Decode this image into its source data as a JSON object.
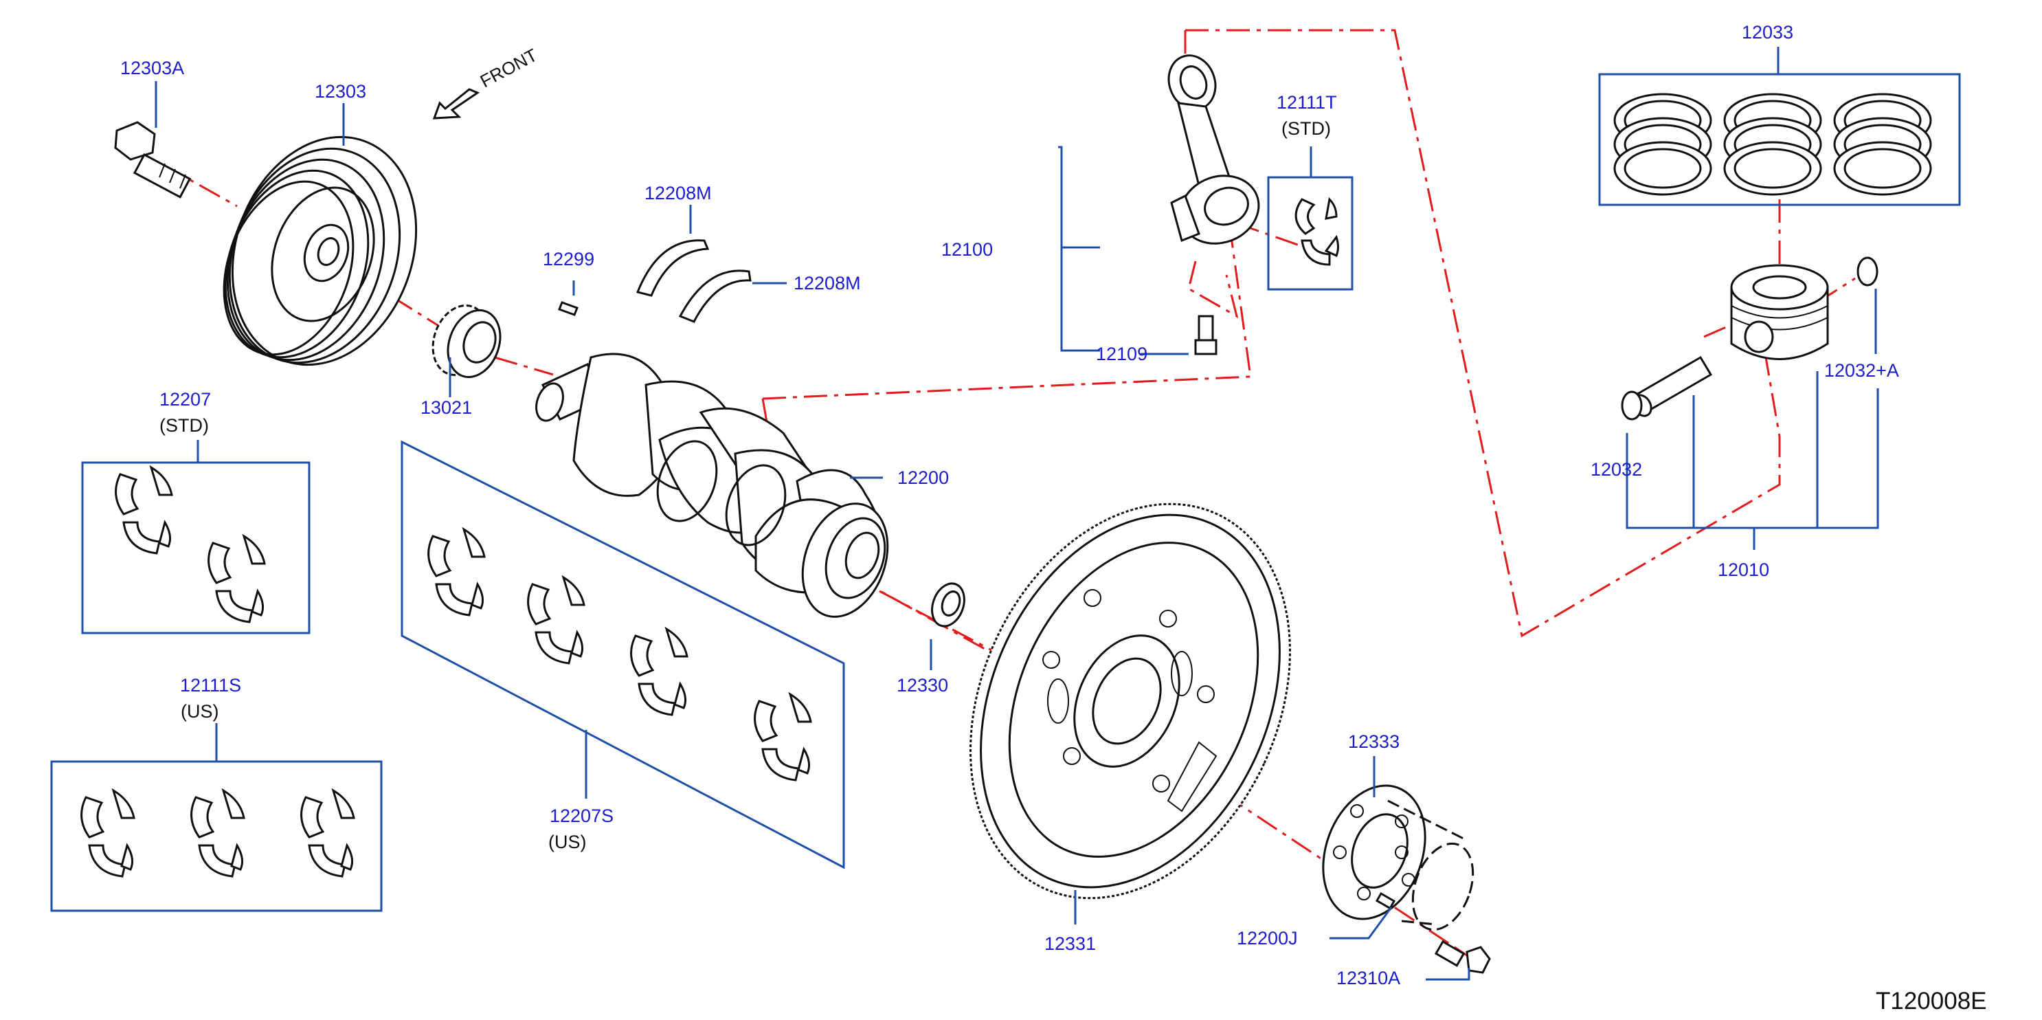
{
  "diagram": {
    "part_labels": {
      "p12303A": "12303A",
      "p12303": "12303",
      "p13021": "13021",
      "p12299": "12299",
      "p12208M_a": "12208M",
      "p12208M_b": "12208M",
      "p12207": "12207",
      "p12207S": "12207S",
      "p12111S": "12111S",
      "p12100": "12100",
      "p12109": "12109",
      "p12111T": "12111T",
      "p12200": "12200",
      "p12330": "12330",
      "p12331": "12331",
      "p12333": "12333",
      "p12200J": "12200J",
      "p12310A": "12310A",
      "p12033": "12033",
      "p12032A": "12032+A",
      "p12032": "12032",
      "p12010": "12010"
    },
    "qualifiers": {
      "std_12207": "(STD)",
      "us_12207S": "(US)",
      "us_12111S": "(US)",
      "std_12111T": "(STD)"
    },
    "front_label": "FRONT",
    "figure_code": "T120008E",
    "colors": {
      "label": "#1c1ccc",
      "leader": "#1f4fa8",
      "centerline": "#e21b1b",
      "part_outline": "#111111"
    }
  }
}
